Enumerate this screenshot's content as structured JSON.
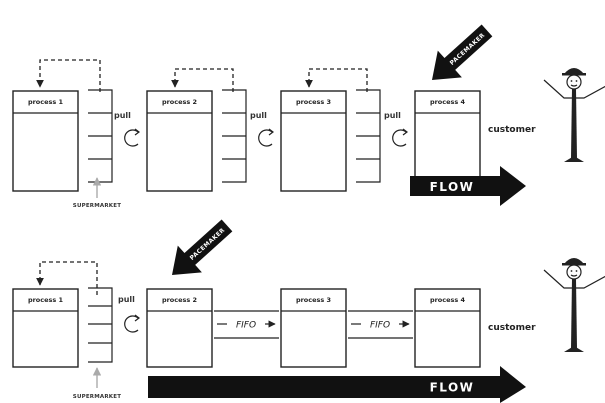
{
  "top": {
    "processes": [
      "process 1",
      "process 2",
      "process 3",
      "process 4"
    ],
    "pull_labels": [
      "pull",
      "pull",
      "pull"
    ],
    "supermarket_label": "SUPERMARKET",
    "pacemaker_label": "PACEMAKER",
    "customer_label": "customer",
    "flow_label": "FLOW"
  },
  "bottom": {
    "processes": [
      "process 1",
      "process 2",
      "process 3",
      "process 4"
    ],
    "pull_label": "pull",
    "fifo_labels": [
      "FIFO",
      "FIFO"
    ],
    "supermarket_label": "SUPERMARKET",
    "pacemaker_label": "PACEMAKER",
    "customer_label": "customer",
    "flow_label": "FLOW"
  }
}
